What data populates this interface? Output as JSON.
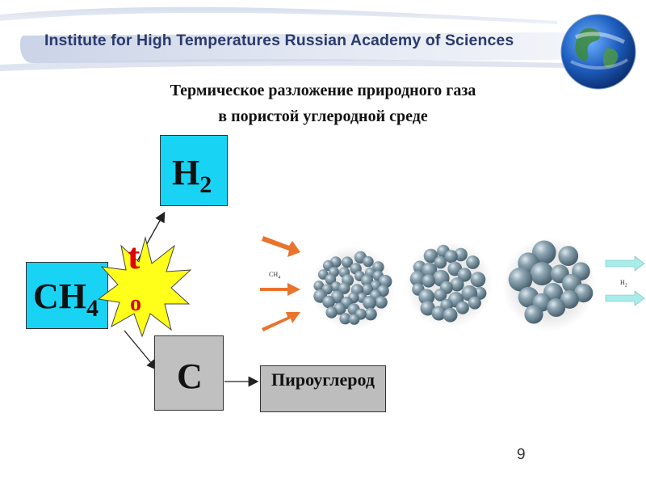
{
  "header": {
    "institute": "Institute for High Temperatures Russian Academy of Sciences",
    "globe_icon": "earth-globe-icon"
  },
  "title": {
    "line1": "Термическое разложение природного газа",
    "line2": "в пористой углеродной среде"
  },
  "scheme": {
    "h2": {
      "main": "H",
      "sub": "2"
    },
    "ch4": {
      "main": "CH",
      "sub": "4"
    },
    "temperature": {
      "t": "t",
      "o": "o"
    },
    "c": "C",
    "pyrocarbon": "Пироуглерод"
  },
  "illustration": {
    "ch4_label": "CH",
    "ch4_sub": "4",
    "h2_label": "H",
    "h2_sub": "2",
    "arrow_icon": "arrow-icon",
    "particle_clusters": 3
  },
  "colors": {
    "header_text": "#2b3a6b",
    "header_bar": "#b8c4dd",
    "box_blue": "#19d3f5",
    "box_gray": "#c0c0c0",
    "star_yellow": "#ffff1a",
    "temp_red": "#e30000",
    "arrow_orange": "#e8742e",
    "arrow_cyan": "#a8ecec"
  },
  "slide_number": "9"
}
